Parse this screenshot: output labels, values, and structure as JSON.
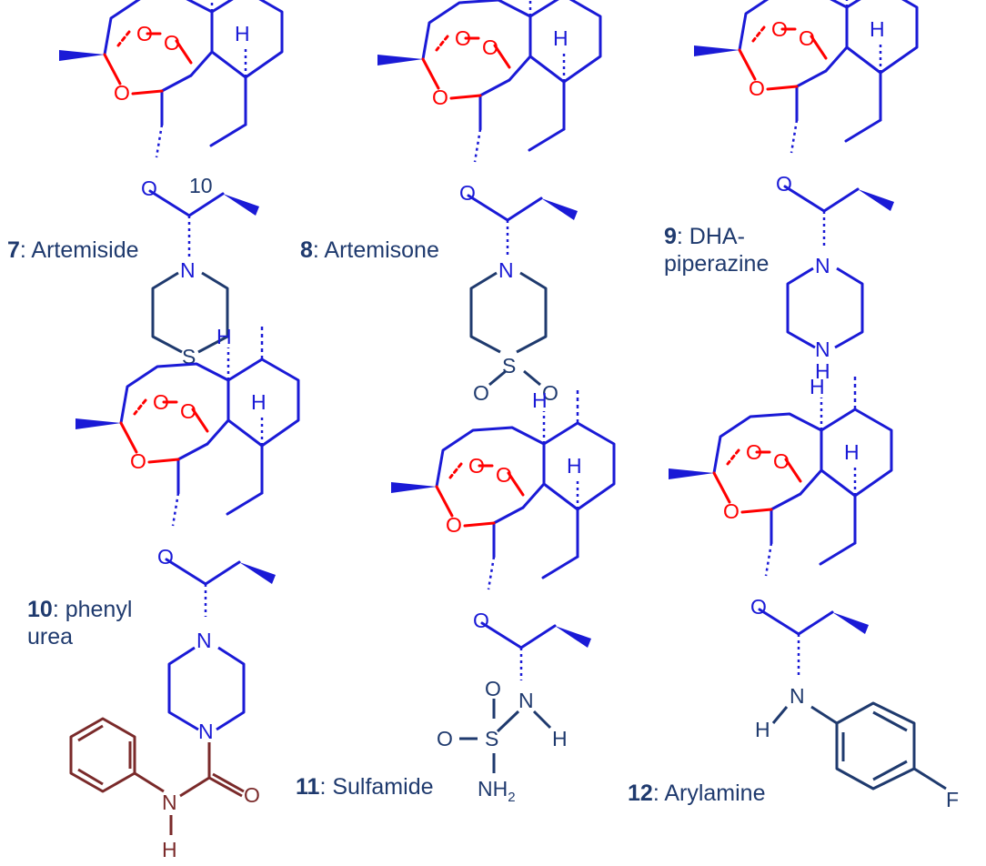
{
  "colors": {
    "scaffold": "#1a1ad6",
    "oxygen": "#ff0000",
    "substituent": "#1f3a6e",
    "phenyl_urea": "#7a2a2a",
    "label_text": "#1f3a6e"
  },
  "compounds": [
    {
      "number": "7",
      "name": ": Artemiside"
    },
    {
      "number": "8",
      "name": ": Artemisone"
    },
    {
      "number": "9",
      "name": ": DHA-",
      "name_line2": "piperazine"
    },
    {
      "number": "10",
      "name": ": phenyl",
      "name_line2": "urea"
    },
    {
      "number": "11",
      "name": ": Sulfamide"
    },
    {
      "number": "12",
      "name": ": Arylamine"
    }
  ],
  "atoms": {
    "hydrogen": "H",
    "oxygen": "O",
    "nitrogen": "N",
    "sulfur": "S",
    "fluorine": "F",
    "nh2_main": "NH",
    "nh2_sub": "2",
    "nh_n": "N",
    "nh_h": "H"
  },
  "annotations": {
    "c10_label": "10"
  }
}
